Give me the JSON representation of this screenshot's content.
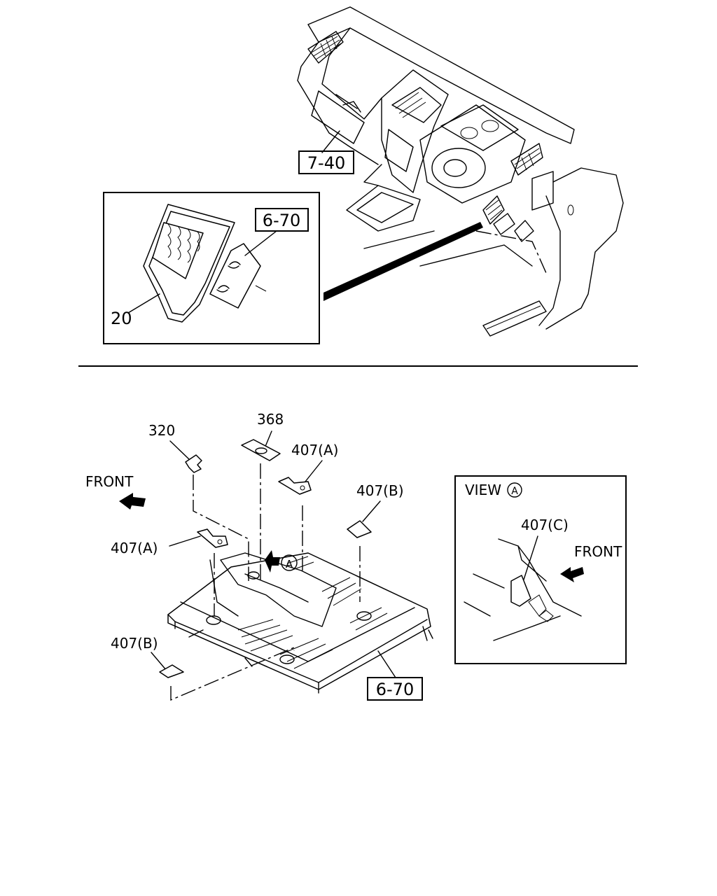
{
  "callouts": {
    "dash_ref": "7-40",
    "inset_ref": "6-70",
    "inset_part": "20",
    "part_320": "320",
    "part_368": "368",
    "part_407a_top": "407(A)",
    "part_407b_top": "407(B)",
    "part_407a_left": "407(A)",
    "part_407b_bottom": "407(B)",
    "floor_ref": "6-70",
    "view_marker": "A"
  },
  "front_labels": {
    "main": "FRONT",
    "view": "FRONT"
  },
  "view_panel": {
    "title": "VIEW",
    "title_marker": "A",
    "part": "407(C)"
  }
}
